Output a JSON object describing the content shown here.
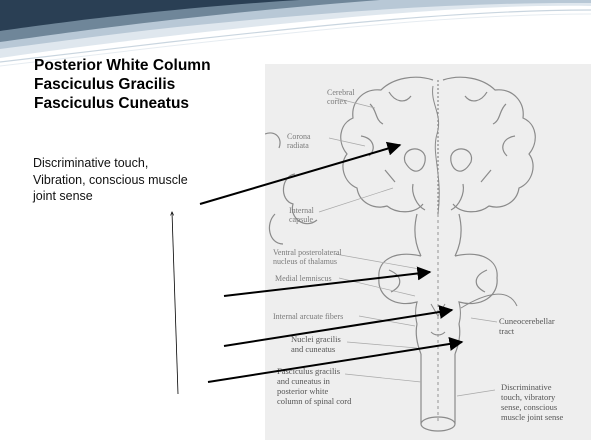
{
  "slide": {
    "title_lines": [
      "Posterior White Column",
      "Fasciculus Gracilis",
      "Fasciculus Cuneatus"
    ],
    "body_lines": [
      "Discriminative touch,",
      "Vibration, conscious muscle",
      "joint sense"
    ]
  },
  "figure": {
    "labels": {
      "cerebral_cortex": [
        "Cerebral",
        "cortex"
      ],
      "corona_radiata": [
        "Corona",
        "radiata"
      ],
      "internal_capsule": [
        "Internal",
        "capsule"
      ],
      "ventral_posterolateral": [
        "Ventral posterolateral",
        "nucleus of thalamus"
      ],
      "medial_lemniscus": "Medial lemniscus",
      "internal_arcuate": "Internal arcuate fibers",
      "nuclei_gracilis": [
        "Nuclei gracilis",
        "and cuneatus"
      ],
      "fasciculus": [
        "Fasciculus gracilis",
        "and cuneatus in",
        "posterior white",
        "column of spinal cord"
      ],
      "cuneocerebellar": [
        "Cuneocerebellar",
        "tract"
      ],
      "discriminative": [
        "Discriminative",
        "touch, vibratory",
        "sense, conscious",
        "muscle joint sense"
      ]
    }
  },
  "colors": {
    "swoosh_dark": "#2a3f54",
    "swoosh_light": "#cdd9e3",
    "figure_bg": "#eeeeee",
    "drawing": "#8a8a8a",
    "arrow": "#000000"
  }
}
